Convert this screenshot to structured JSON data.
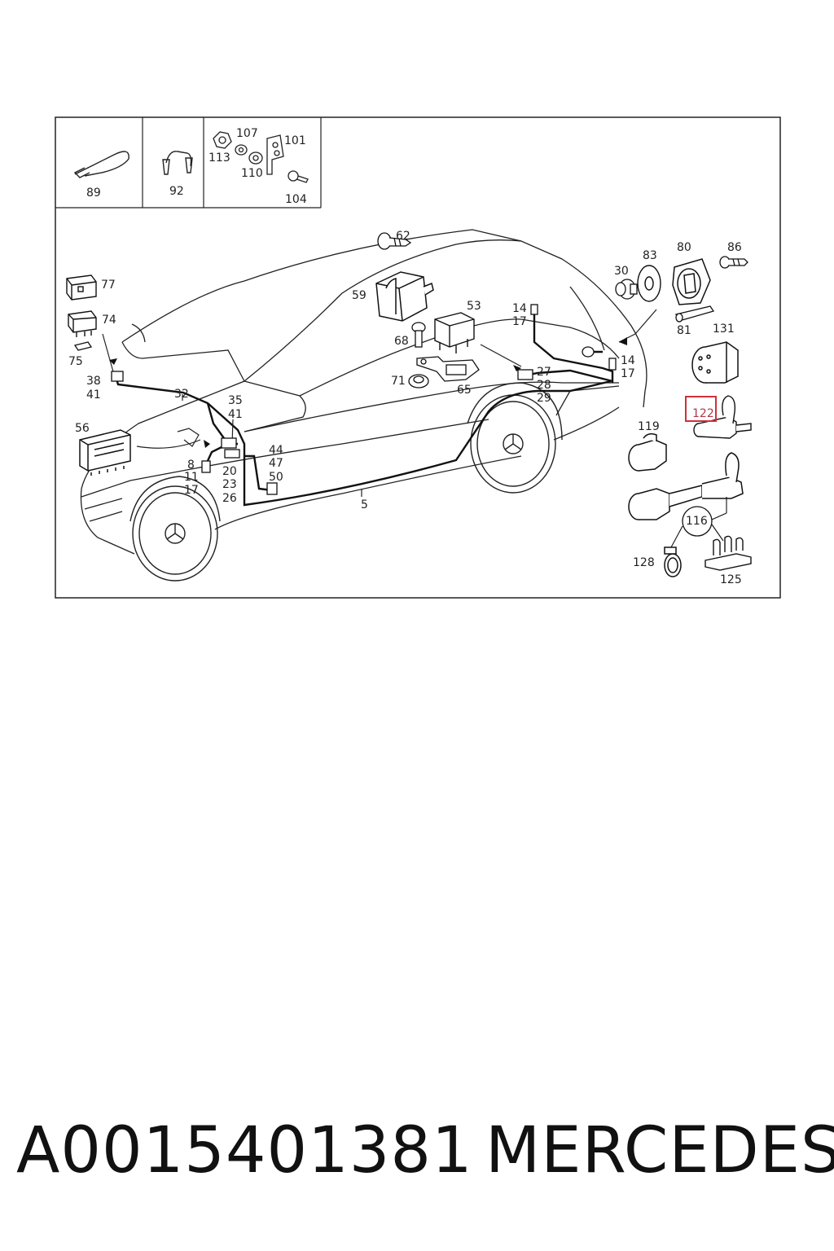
{
  "callouts": {
    "c89": "89",
    "c92": "92",
    "c107": "107",
    "c113": "113",
    "c101": "101",
    "c110": "110",
    "c104": "104",
    "c62": "62",
    "c59": "59",
    "c53": "53",
    "c68": "68",
    "c71": "71",
    "c65": "65",
    "c77": "77",
    "c74": "74",
    "c75": "75",
    "c38": "38",
    "c41a": "41",
    "c56": "56",
    "c32": "32",
    "c35": "35",
    "c41b": "41",
    "c8": "8",
    "c11": "11",
    "c17a": "17",
    "c20": "20",
    "c23": "23",
    "c26": "26",
    "c44": "44",
    "c47": "47",
    "c50": "50",
    "c5": "5",
    "c14a": "14",
    "c17b": "17",
    "c27": "27",
    "c28": "28",
    "c29": "29",
    "c14b": "14",
    "c17c": "17",
    "c30": "30",
    "c83": "83",
    "c80": "80",
    "c86": "86",
    "c81": "81",
    "c131": "131",
    "c122": "122",
    "c119": "119",
    "c116": "116",
    "c128": "128",
    "c125": "125"
  },
  "highlight": {
    "callout": "122",
    "color": "#d0303a"
  },
  "footer": {
    "part_number": "A0015401381",
    "brand": "MERCEDES"
  }
}
